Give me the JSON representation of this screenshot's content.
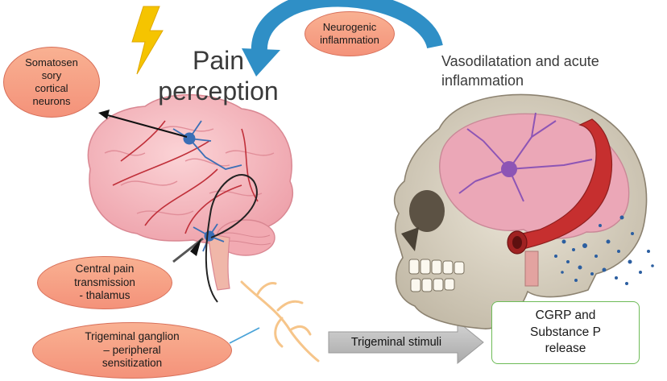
{
  "labels": {
    "neurogenic": [
      "Neurogenic",
      "inflammation"
    ],
    "pain_perception": [
      "Pain",
      "perception"
    ],
    "vasodilatation": [
      "Vasodilatation and acute",
      "inflammation"
    ],
    "somatosensory": [
      "Somatosen",
      "sory",
      "cortical",
      "neurons"
    ],
    "central_pain": [
      "Central pain",
      "transmission",
      "- thalamus"
    ],
    "trigeminal_ganglion": [
      "Trigeminal ganglion",
      "– peripheral",
      "sensitization"
    ],
    "trigeminal_stimuli": "Trigeminal stimuli",
    "cgrp": [
      "CGRP and",
      "Substance P",
      "release"
    ]
  },
  "colors": {
    "oval_fill": "#f6a085",
    "oval_border": "#d8705a",
    "curved_arrow": "#2f8fc6",
    "lightning": "#f5c400",
    "stimuli_arrow": "#bdbdbd",
    "cgrp_border": "#6dbb57",
    "brain": "#f5b8c0",
    "vessel": "#c62f2f",
    "neuron": "#3b6fb6"
  }
}
